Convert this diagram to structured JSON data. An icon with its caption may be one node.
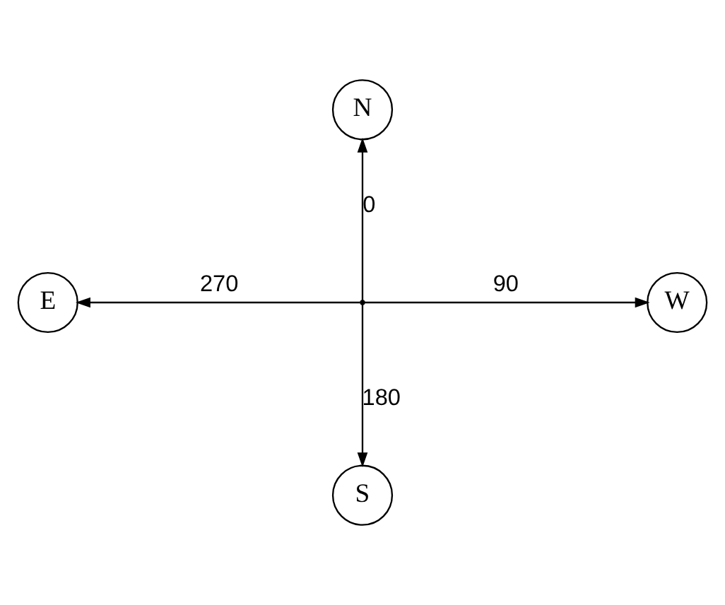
{
  "diagram": {
    "nodes": [
      {
        "text": [
          "N"
        ]
      },
      {
        "text": [
          "E"
        ]
      },
      {
        "text": [],
        "shape": "point"
      },
      {
        "text": [
          "W"
        ]
      },
      {
        "text": [
          "S"
        ]
      }
    ],
    "edges": [
      {
        "from": 2,
        "to": 0,
        "arrow": "to",
        "label": "0"
      },
      {
        "from": 2,
        "to": 1,
        "arrow": "to",
        "label": "270"
      },
      {
        "from": 2,
        "to": 3,
        "arrow": "to",
        "label": "90"
      },
      {
        "from": 2,
        "to": 4,
        "arrow": "to",
        "label": "180"
      }
    ]
  }
}
